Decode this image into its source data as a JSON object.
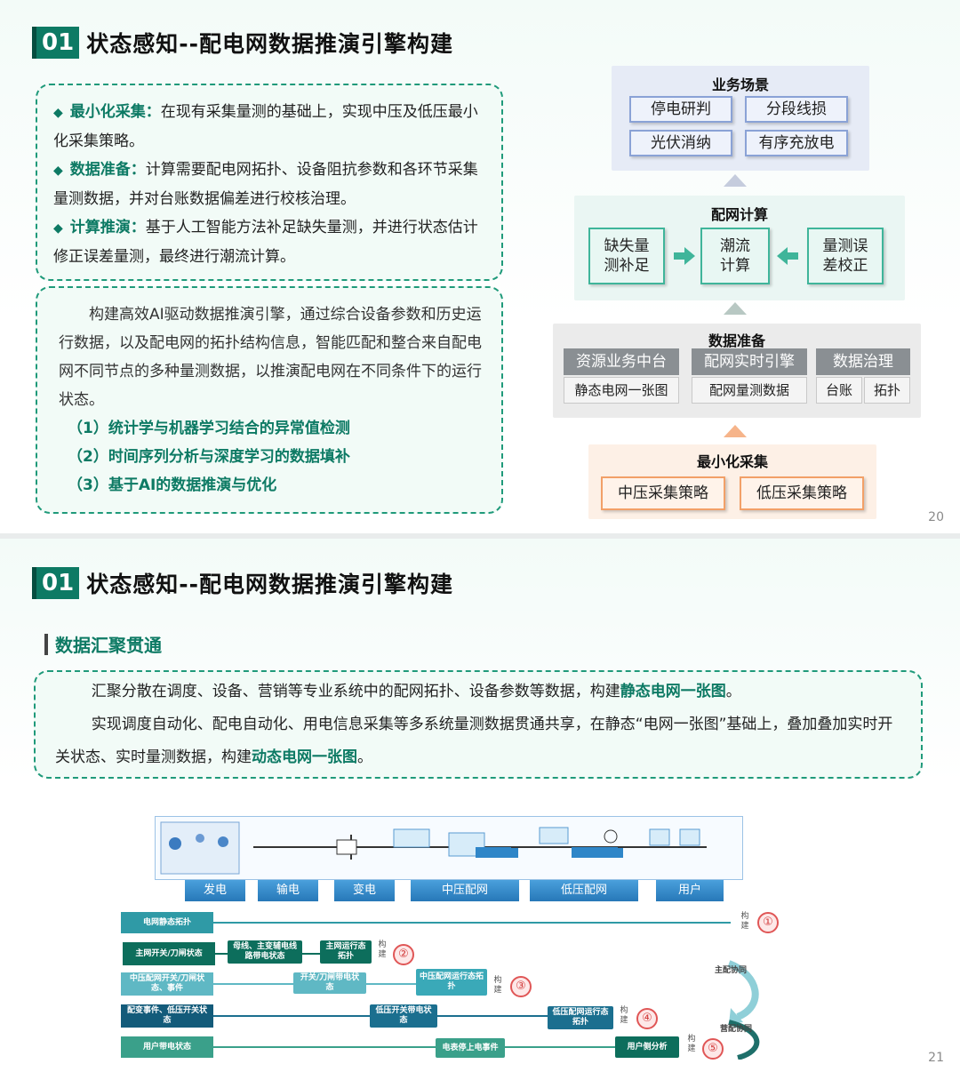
{
  "slide1": {
    "title_num": "01",
    "title_text": "状态感知--配电网数据推演引擎构建",
    "bullets": [
      {
        "kw": "最小化采集",
        "sep": "：",
        "text": "在现有采集量测的基础上，实现中压及低压最小化采集策略。"
      },
      {
        "kw": "数据准备",
        "sep": "：",
        "text": "计算需要配电网拓扑、设备阻抗参数和各环节采集量测数据，并对台账数据偏差进行校核治理。"
      },
      {
        "kw": "计算推演",
        "sep": "：",
        "text": "基于人工智能方法补足缺失量测，并进行状态估计修正误差量测，最终进行潮流计算。"
      }
    ],
    "paragraph": "构建高效AI驱动数据推演引擎，通过综合设备参数和历史运行数据，以及配电网的拓扑结构信息，智能匹配和整合来自配电网不同节点的多种量测数据，以推演配电网在不同条件下的运行状态。",
    "items": [
      "（1）统计学与机器学习结合的异常值检测",
      "（2）时间序列分析与深度学习的数据填补",
      "（3）基于AI的数据推演与优化"
    ],
    "diagram": {
      "biz_title": "业务场景",
      "biz_items": [
        "停电研判",
        "分段线损",
        "光伏消纳",
        "有序充放电"
      ],
      "calc_title": "配网计算",
      "calc_left": "缺失量测补足",
      "calc_mid": "潮流计算",
      "calc_right": "量测误差校正",
      "prep_title": "数据准备",
      "prep_heads": [
        "资源业务中台",
        "配网实时引擎",
        "数据治理"
      ],
      "prep_cells": [
        "静态电网一张图",
        "配网量测数据",
        "台账",
        "拓扑"
      ],
      "min_title": "最小化采集",
      "min_items": [
        "中压采集策略",
        "低压采集策略"
      ]
    },
    "page": "20"
  },
  "slide2": {
    "title_num": "01",
    "title_text": "状态感知--配电网数据推演引擎构建",
    "subtitle": "数据汇聚贯通",
    "p1_pre": "汇聚分散在调度、设备、营销等专业系统中的配网拓扑、设备参数等数据，构建",
    "p1_kw": "静态电网一张图",
    "p1_post": "。",
    "p2_pre": "实现调度自动化、配电自动化、用电信息采集等多系统量测数据贯通共享，在静态“电网一张图”基础上，叠加叠加实时开关状态、实时量测数据，构建",
    "p2_kw": "动态电网一张图",
    "p2_post": "。",
    "stages": [
      "发电",
      "输电",
      "变电",
      "中压配网",
      "低压配网",
      "用户"
    ],
    "flow": {
      "row1_label": "电网静态拓扑",
      "row2_label": "主网开关/刀闸状态",
      "row2_mid1": "母线、主变辅电线路带电状态",
      "row2_mid2": "主网运行态拓扑",
      "row3_label": "中压配网开关/刀闸状态、事件",
      "row3_mid1": "开关/刀闸带电状态",
      "row3_mid2": "中压配网运行态拓扑",
      "row4_label": "配变事件、低压开关状态",
      "row4_mid1": "低压开关带电状态",
      "row4_mid2": "低压配网运行态拓扑",
      "row5_label": "用户带电状态",
      "row5_mid1": "电表停上电事件",
      "row5_mid2": "用户侧分析",
      "build": "构建",
      "nums": [
        "①",
        "②",
        "③",
        "④",
        "⑤"
      ],
      "side_top": "主配协同",
      "side_bottom": "营配协同"
    },
    "page": "21"
  }
}
